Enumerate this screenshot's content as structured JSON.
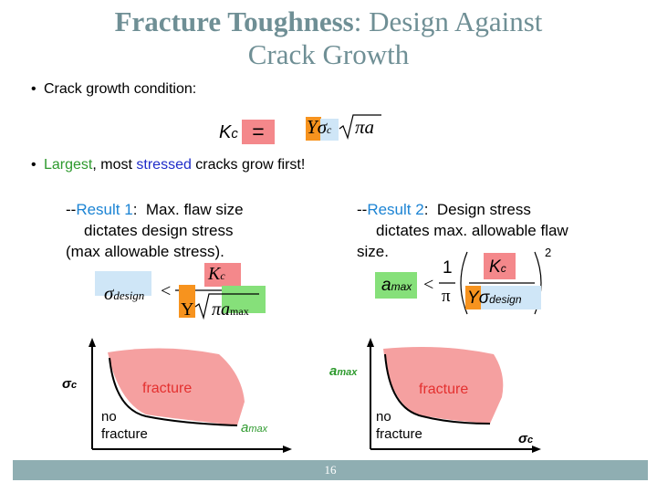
{
  "title": {
    "bold": "Fracture Toughness",
    "rest": ": Design Against",
    "line2": "Crack Growth"
  },
  "bullets": [
    {
      "text": "Crack growth condition:"
    },
    {
      "largest": "Largest",
      "sep1": ", most ",
      "stressed": "stressed",
      "rest": " cracks grow first!"
    }
  ],
  "condition": {
    "k": "K",
    "c": "c",
    "eq": "=",
    "y": "Y",
    "sigma": "σ",
    "c2": "c",
    "pi": "π",
    "a": "a"
  },
  "result1": {
    "dash": "--",
    "label": "Result 1",
    "colon": ":",
    "text1": "Max. flaw size",
    "text2": "dictates design stress",
    "text3": "(max allowable stress)."
  },
  "result2": {
    "dash": "--",
    "label": "Result 2",
    "colon": ":",
    "text1": "Design stress",
    "text2": "dictates max. allowable flaw",
    "text3": "size."
  },
  "formula1": {
    "sigma": "σ",
    "design": "design",
    "lt": "<",
    "k": "K",
    "c": "c",
    "y": "Y",
    "pi": "π",
    "a": "a",
    "max": "max"
  },
  "formula2": {
    "a": "a",
    "max": "max",
    "lt": "<",
    "one": "1",
    "pi": "π",
    "k": "K",
    "c": "c",
    "y": "Y",
    "sigma": "σ",
    "design": "design",
    "exp": "2"
  },
  "graph1": {
    "ylabel_sym": "σ",
    "ylabel_sub": "c",
    "fracture": "fracture",
    "no": "no",
    "nofracture": "fracture",
    "xlabel_sym": "a",
    "xlabel_sub": "max"
  },
  "graph2": {
    "ylabel_sym": "a",
    "ylabel_sub": "max",
    "fracture": "fracture",
    "no": "no",
    "nofracture": "fracture",
    "xlabel_sym": "σ",
    "xlabel_sub": "c"
  },
  "footer": {
    "page": "16"
  },
  "colors": {
    "title": "#6f8f95",
    "footer": "#8faeb2",
    "fracture_fill": "#f5a0a0",
    "orange_box": "#f7931e",
    "pink_box": "#f4888b",
    "blue_box": "#cfe6f7",
    "green_box": "#86e07a"
  }
}
